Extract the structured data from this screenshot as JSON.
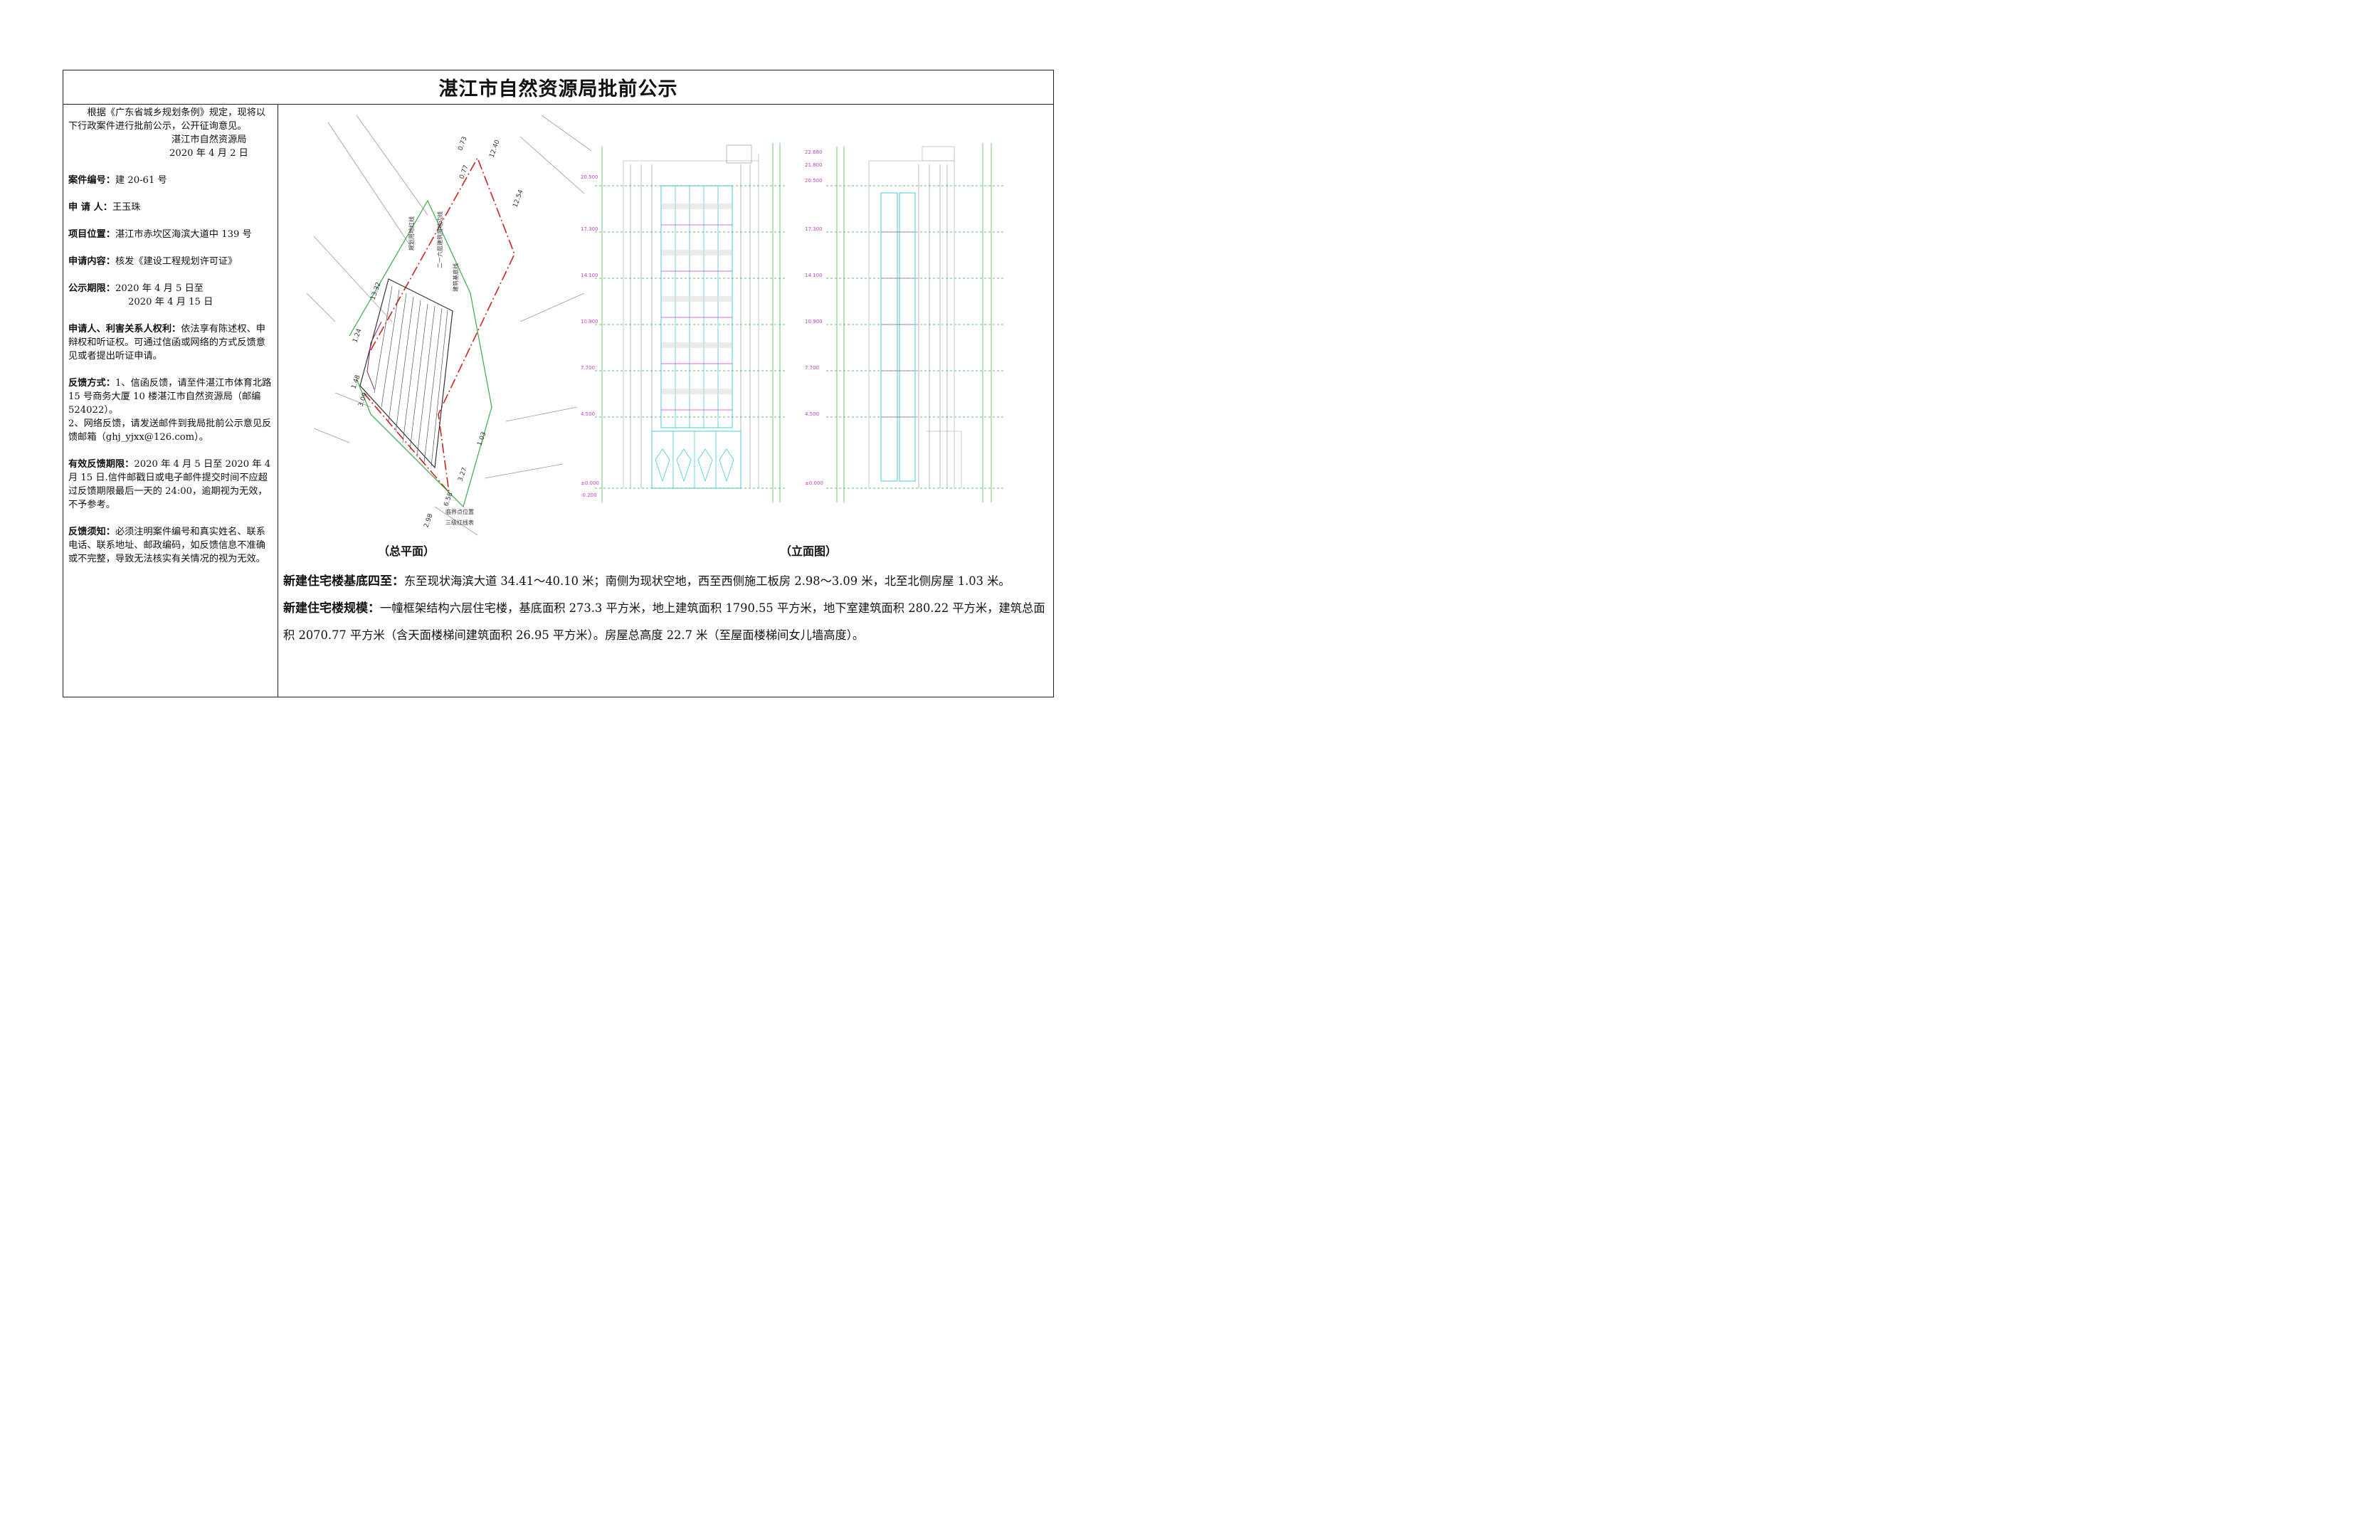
{
  "title": "湛江市自然资源局批前公示",
  "notice": {
    "intro": "根据《广东省城乡规划条例》规定，现将以下行政案件进行批前公示，公开征询意见。",
    "issuer": "湛江市自然资源局",
    "date": "2020 年 4 月 2 日"
  },
  "fields": {
    "case_no_label": "案件编号：",
    "case_no": "建 20-61 号",
    "applicant_label": "申 请 人：",
    "applicant": "王玉珠",
    "location_label": "项目位置：",
    "location": "湛江市赤坎区海滨大道中 139 号",
    "content_label": "申请内容：",
    "content": "核发《建设工程规划许可证》",
    "period_label": "公示期限：",
    "period_1": "2020 年 4 月 5 日至",
    "period_2": "2020 年 4 月 15 日"
  },
  "rights": {
    "label": "申请人、利害关系人权利：",
    "text": "依法享有陈述权、申辩权和听证权。可通过信函或网络的方式反馈意见或者提出听证申请。"
  },
  "feedback": {
    "label": "反馈方式：",
    "item1": "1、信函反馈，请至件湛江市体育北路 15 号商务大厦 10 楼湛江市自然资源局（邮编 524022）。",
    "item2": "2、网络反馈，请发送邮件到我局批前公示意见反馈邮箱（ghj_yjxx@126.com）。"
  },
  "deadline": {
    "label": "有效反馈期限：",
    "text": "2020 年 4 月 5 日至 2020 年 4 月 15 日.信件邮戳日或电子邮件提交时间不应超过反馈期限最后一天的 24:00，逾期视为无效，不予参考。"
  },
  "notes": {
    "label": "反馈须知：",
    "text": "必须注明案件编号和真实姓名、联系电话、联系地址、邮政编码，如反馈信息不准确或不完整，导致无法核实有关情况的视为无效。"
  },
  "captions": {
    "site_plan": "（总平面）",
    "elevation": "（立面图）"
  },
  "description": {
    "boundary_label": "新建住宅楼基底四至：",
    "boundary_text": "东至现状海滨大道 34.41～40.10 米；南侧为现状空地，西至西侧施工板房 2.98～3.09 米，北至北侧房屋 1.03 米。",
    "scale_label": "新建住宅楼规模：",
    "scale_text": "一幢框架结构六层住宅楼，基底面积 273.3 平方米，地上建筑面积 1790.55 平方米，地下室建筑面积 280.22 平方米，建筑总面积 2070.77 平方米（含天面楼梯间建筑面积 26.95 平方米）。房屋总高度 22.7 米（至屋面楼梯间女儿墙高度）。"
  },
  "site_plan_labels": {
    "d1": "0.73",
    "d2": "12.40",
    "d3": "12.54",
    "d4": "0.77",
    "d5": "13.32",
    "d6": "1.03",
    "d7": "3.27",
    "d8": "3.09",
    "d9": "2.98",
    "d10": "1.24",
    "d11": "1.48",
    "d12": "6.58",
    "note1": "规划用地红线",
    "note2": "建筑基底线",
    "note3": "二一六层建筑用地边线",
    "note4": "临界点位置",
    "note5": "三级红线表"
  },
  "elevation_labels": {
    "levels": [
      "22.680",
      "21.800",
      "20.500",
      "17.300",
      "14.100",
      "10.900",
      "7.700",
      "4.500",
      "±0.000",
      "-0.200"
    ]
  },
  "colors": {
    "border": "#222222",
    "red_line": "#cc2222",
    "green_line": "#3aa84a",
    "cyan_window": "#49c9d8",
    "magenta_dim": "#c040c0"
  }
}
